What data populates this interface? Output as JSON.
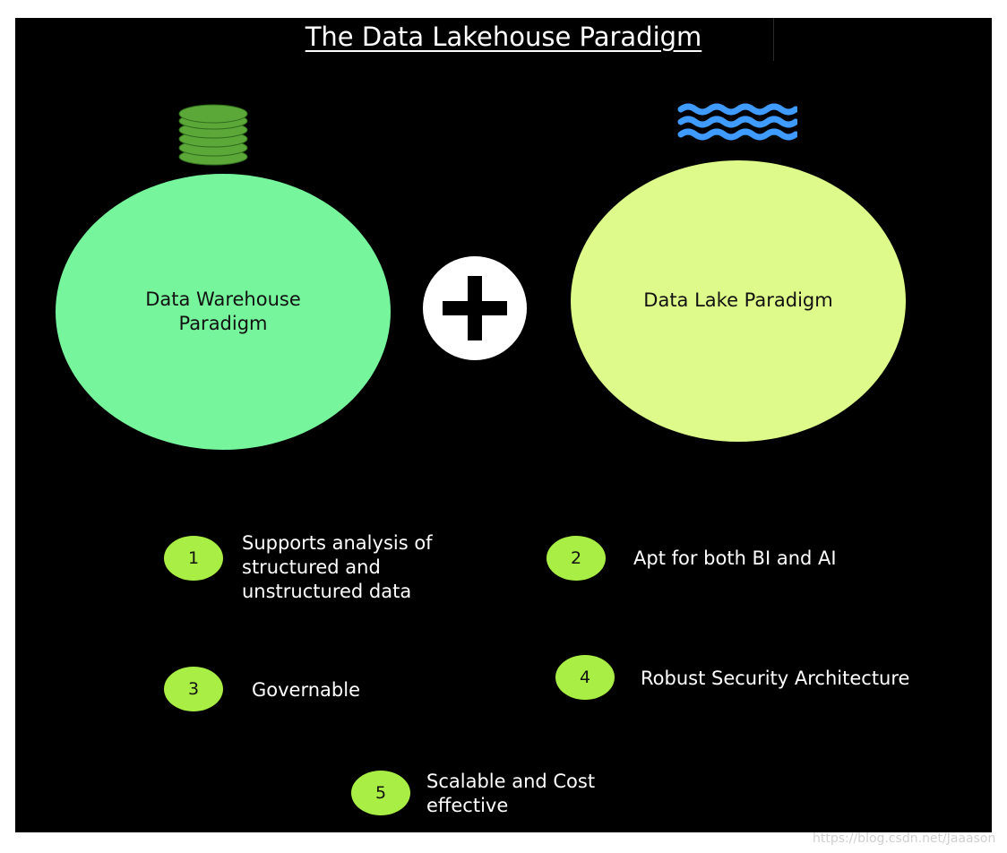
{
  "title": "The Data Lakehouse Paradigm",
  "colors": {
    "background": "#000000",
    "warehouse_fill": "#77f59c",
    "lake_fill": "#defa8a",
    "badge_fill": "#a8ee44",
    "database_icon": "#5ba839",
    "waves_icon": "#3f9bff",
    "plus_circle": "#ffffff",
    "text_light": "#ffffff"
  },
  "icons": {
    "warehouse": "database-icon",
    "lake": "waves-icon",
    "join": "plus-icon"
  },
  "nodes": {
    "warehouse": {
      "lines": [
        "Data Warehouse",
        "Paradigm"
      ]
    },
    "lake": {
      "lines": [
        "Data Lake Paradigm"
      ]
    }
  },
  "features": [
    {
      "number": "1",
      "lines": [
        "Supports analysis of",
        "structured and",
        "unstructured data"
      ]
    },
    {
      "number": "2",
      "lines": [
        "Apt for both BI and AI"
      ]
    },
    {
      "number": "3",
      "lines": [
        "Governable"
      ]
    },
    {
      "number": "4",
      "lines": [
        "Robust Security Architecture"
      ]
    },
    {
      "number": "5",
      "lines": [
        "Scalable and Cost",
        "effective"
      ]
    }
  ],
  "watermark": "https://blog.csdn.net/Jaaason"
}
